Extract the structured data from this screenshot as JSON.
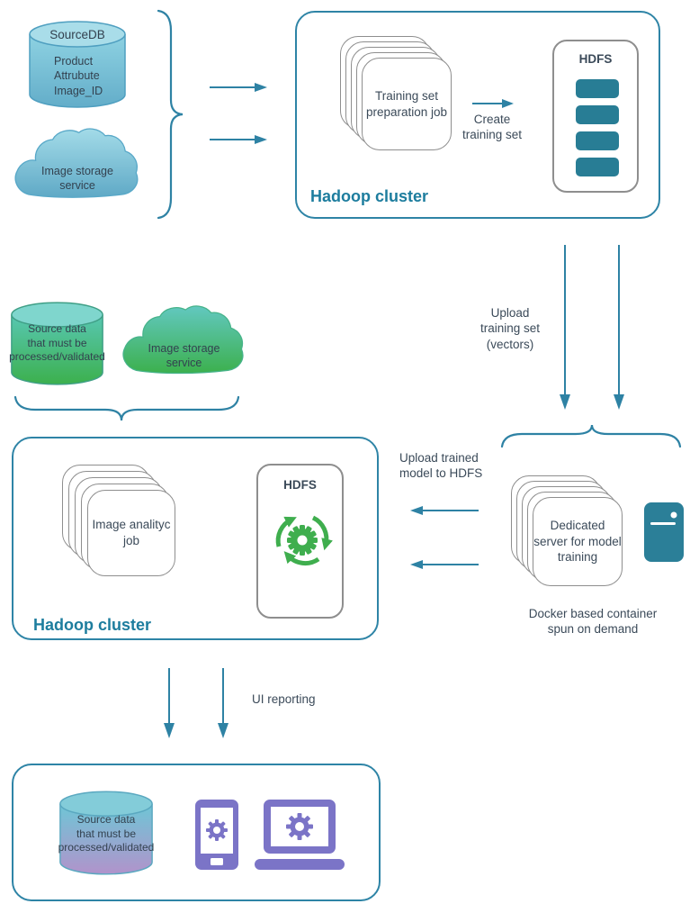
{
  "colors": {
    "teal_stroke": "#2e82a4",
    "teal_title": "#1d7d9e",
    "teal_fill": "#287d95",
    "green_icon": "#3fae4e",
    "purple_icon": "#7b74c7",
    "text": "#3b4a59",
    "card_border": "#8e8e8e",
    "blue_gradient_top": "#9fd9e6",
    "blue_gradient_bottom": "#5fa9c6",
    "green_gradient_top": "#5ac8b4",
    "green_gradient_bottom": "#3cb04d",
    "purple_gradient_top": "#6ec6d6",
    "purple_gradient_bottom": "#b193cb"
  },
  "icons": {
    "database": "database-cylinder-icon",
    "cloud": "cloud-icon",
    "brace": "curly-brace",
    "arrow": "flow-arrow",
    "hdfs_blocks": "hdfs-storage-blocks-icon",
    "gear_sync": "gear-sync-icon",
    "server": "server-tower-icon",
    "tablet": "tablet-gear-icon",
    "laptop": "laptop-gear-icon"
  },
  "top_left": {
    "sourcedb_title": "SourceDB",
    "sourcedb_body": "Product\nAttrubute\nImage_ID",
    "cloud_label": "Image storage\nservice"
  },
  "top_cluster": {
    "job_label": "Training set\npreparation job",
    "create_label": "Create\ntraining set",
    "hdfs_label": "HDFS",
    "title": "Hadoop cluster"
  },
  "flows": {
    "upload_training": "Upload\ntraining set\n(vectors)",
    "upload_model": "Upload trained\nmodel to HDFS",
    "ui_reporting": "UI reporting"
  },
  "green_sources": {
    "cylinder_label": "Source data\nthat must be\nprocessed/validated",
    "cloud_label": "Image storage\nservice"
  },
  "mid_cluster": {
    "job_label": "Image analityc\njob",
    "hdfs_label": "HDFS",
    "title": "Hadoop cluster"
  },
  "docker": {
    "card_label": "Dedicated\nserver for model\ntraining",
    "caption": "Docker based container\nspun on demand"
  },
  "bottom": {
    "cylinder_label": "Source data\nthat must be\nprocessed/validated"
  }
}
